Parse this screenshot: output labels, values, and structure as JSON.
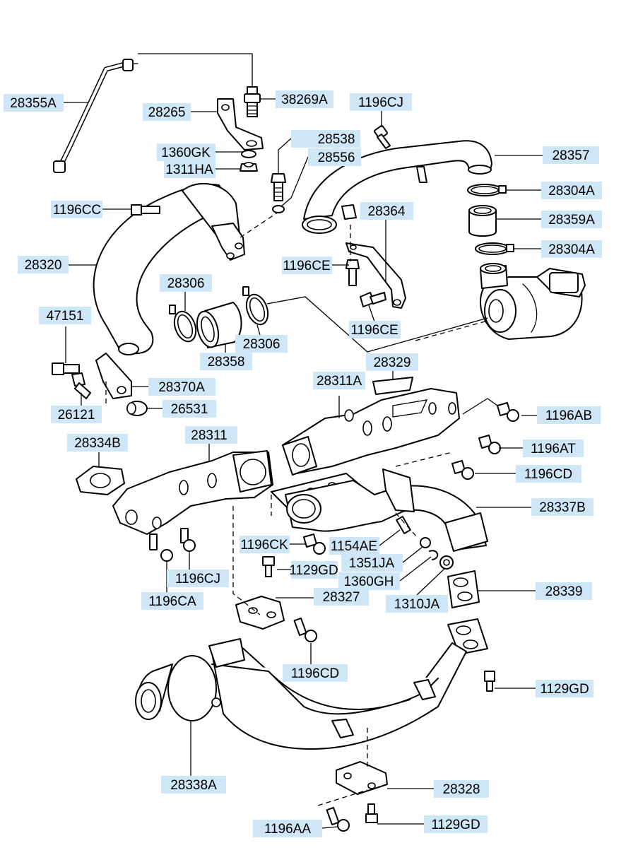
{
  "callouts": [
    {
      "id": "28355A",
      "text": "28355A"
    },
    {
      "id": "38269A",
      "text": "38269A"
    },
    {
      "id": "28265",
      "text": "28265"
    },
    {
      "id": "1196CJ_top",
      "text": "1196CJ"
    },
    {
      "id": "28538",
      "text": "28538"
    },
    {
      "id": "1360GK",
      "text": "1360GK"
    },
    {
      "id": "28556",
      "text": "28556"
    },
    {
      "id": "28357",
      "text": "28357"
    },
    {
      "id": "1311HA",
      "text": "1311HA"
    },
    {
      "id": "28304A_top",
      "text": "28304A"
    },
    {
      "id": "1196CC",
      "text": "1196CC"
    },
    {
      "id": "28364",
      "text": "28364"
    },
    {
      "id": "28359A",
      "text": "28359A"
    },
    {
      "id": "28304A_bot",
      "text": "28304A"
    },
    {
      "id": "28320",
      "text": "28320"
    },
    {
      "id": "1196CE_a",
      "text": "1196CE"
    },
    {
      "id": "28306_a",
      "text": "28306"
    },
    {
      "id": "47151",
      "text": "47151"
    },
    {
      "id": "1196CE_b",
      "text": "1196CE"
    },
    {
      "id": "28306_b",
      "text": "28306"
    },
    {
      "id": "28358",
      "text": "28358"
    },
    {
      "id": "28329",
      "text": "28329"
    },
    {
      "id": "28311A",
      "text": "28311A"
    },
    {
      "id": "28370A",
      "text": "28370A"
    },
    {
      "id": "26121",
      "text": "26121"
    },
    {
      "id": "26531",
      "text": "26531"
    },
    {
      "id": "1196AB",
      "text": "1196AB"
    },
    {
      "id": "28334B",
      "text": "28334B"
    },
    {
      "id": "28311",
      "text": "28311"
    },
    {
      "id": "1196AT",
      "text": "1196AT"
    },
    {
      "id": "1196CD_a",
      "text": "1196CD"
    },
    {
      "id": "28337B",
      "text": "28337B"
    },
    {
      "id": "1196CK",
      "text": "1196CK"
    },
    {
      "id": "1154AE",
      "text": "1154AE"
    },
    {
      "id": "1351JA",
      "text": "1351JA"
    },
    {
      "id": "1129GD_a",
      "text": "1129GD"
    },
    {
      "id": "1196CJ_bot",
      "text": "1196CJ"
    },
    {
      "id": "1360GH",
      "text": "1360GH"
    },
    {
      "id": "28339",
      "text": "28339"
    },
    {
      "id": "28327",
      "text": "28327"
    },
    {
      "id": "1310JA",
      "text": "1310JA"
    },
    {
      "id": "1196CA",
      "text": "1196CA"
    },
    {
      "id": "1196CD_b",
      "text": "1196CD"
    },
    {
      "id": "1129GD_b",
      "text": "1129GD"
    },
    {
      "id": "28338A",
      "text": "28338A"
    },
    {
      "id": "28328",
      "text": "28328"
    },
    {
      "id": "1196AA",
      "text": "1196AA"
    },
    {
      "id": "1129GD_c",
      "text": "1129GD"
    }
  ],
  "colors": {
    "label_bg": "#cfe6f7",
    "line": "#000000"
  }
}
